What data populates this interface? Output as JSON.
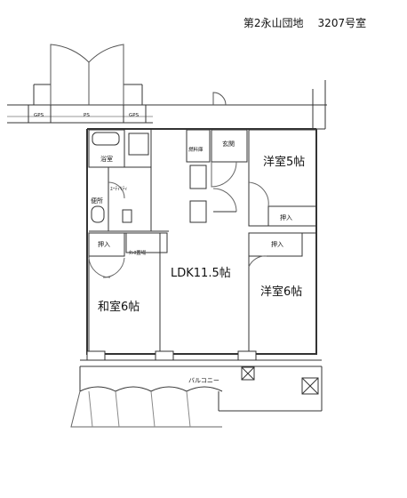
{
  "header": {
    "property_name": "第2永山団地",
    "unit": "3207号室"
  },
  "rooms": {
    "western_5": "洋室5帖",
    "western_6": "洋室6帖",
    "japanese_6": "和室6帖",
    "ldk": "LDK11.5帖",
    "bath": "浴室",
    "utility": "ﾕｰﾃｨﾘﾃｨ",
    "toilet": "便所",
    "pantry": "燃料庫",
    "entrance": "玄関",
    "balcony": "バルコニー"
  },
  "storage": {
    "closet_w5": "押入",
    "closet_w6": "押入",
    "closet_j6": "押入",
    "cabinet": "ﾀﾝｽ置場"
  },
  "shafts": {
    "ps": "PS",
    "gps_left": "GPS",
    "gps_right": "GPS"
  }
}
